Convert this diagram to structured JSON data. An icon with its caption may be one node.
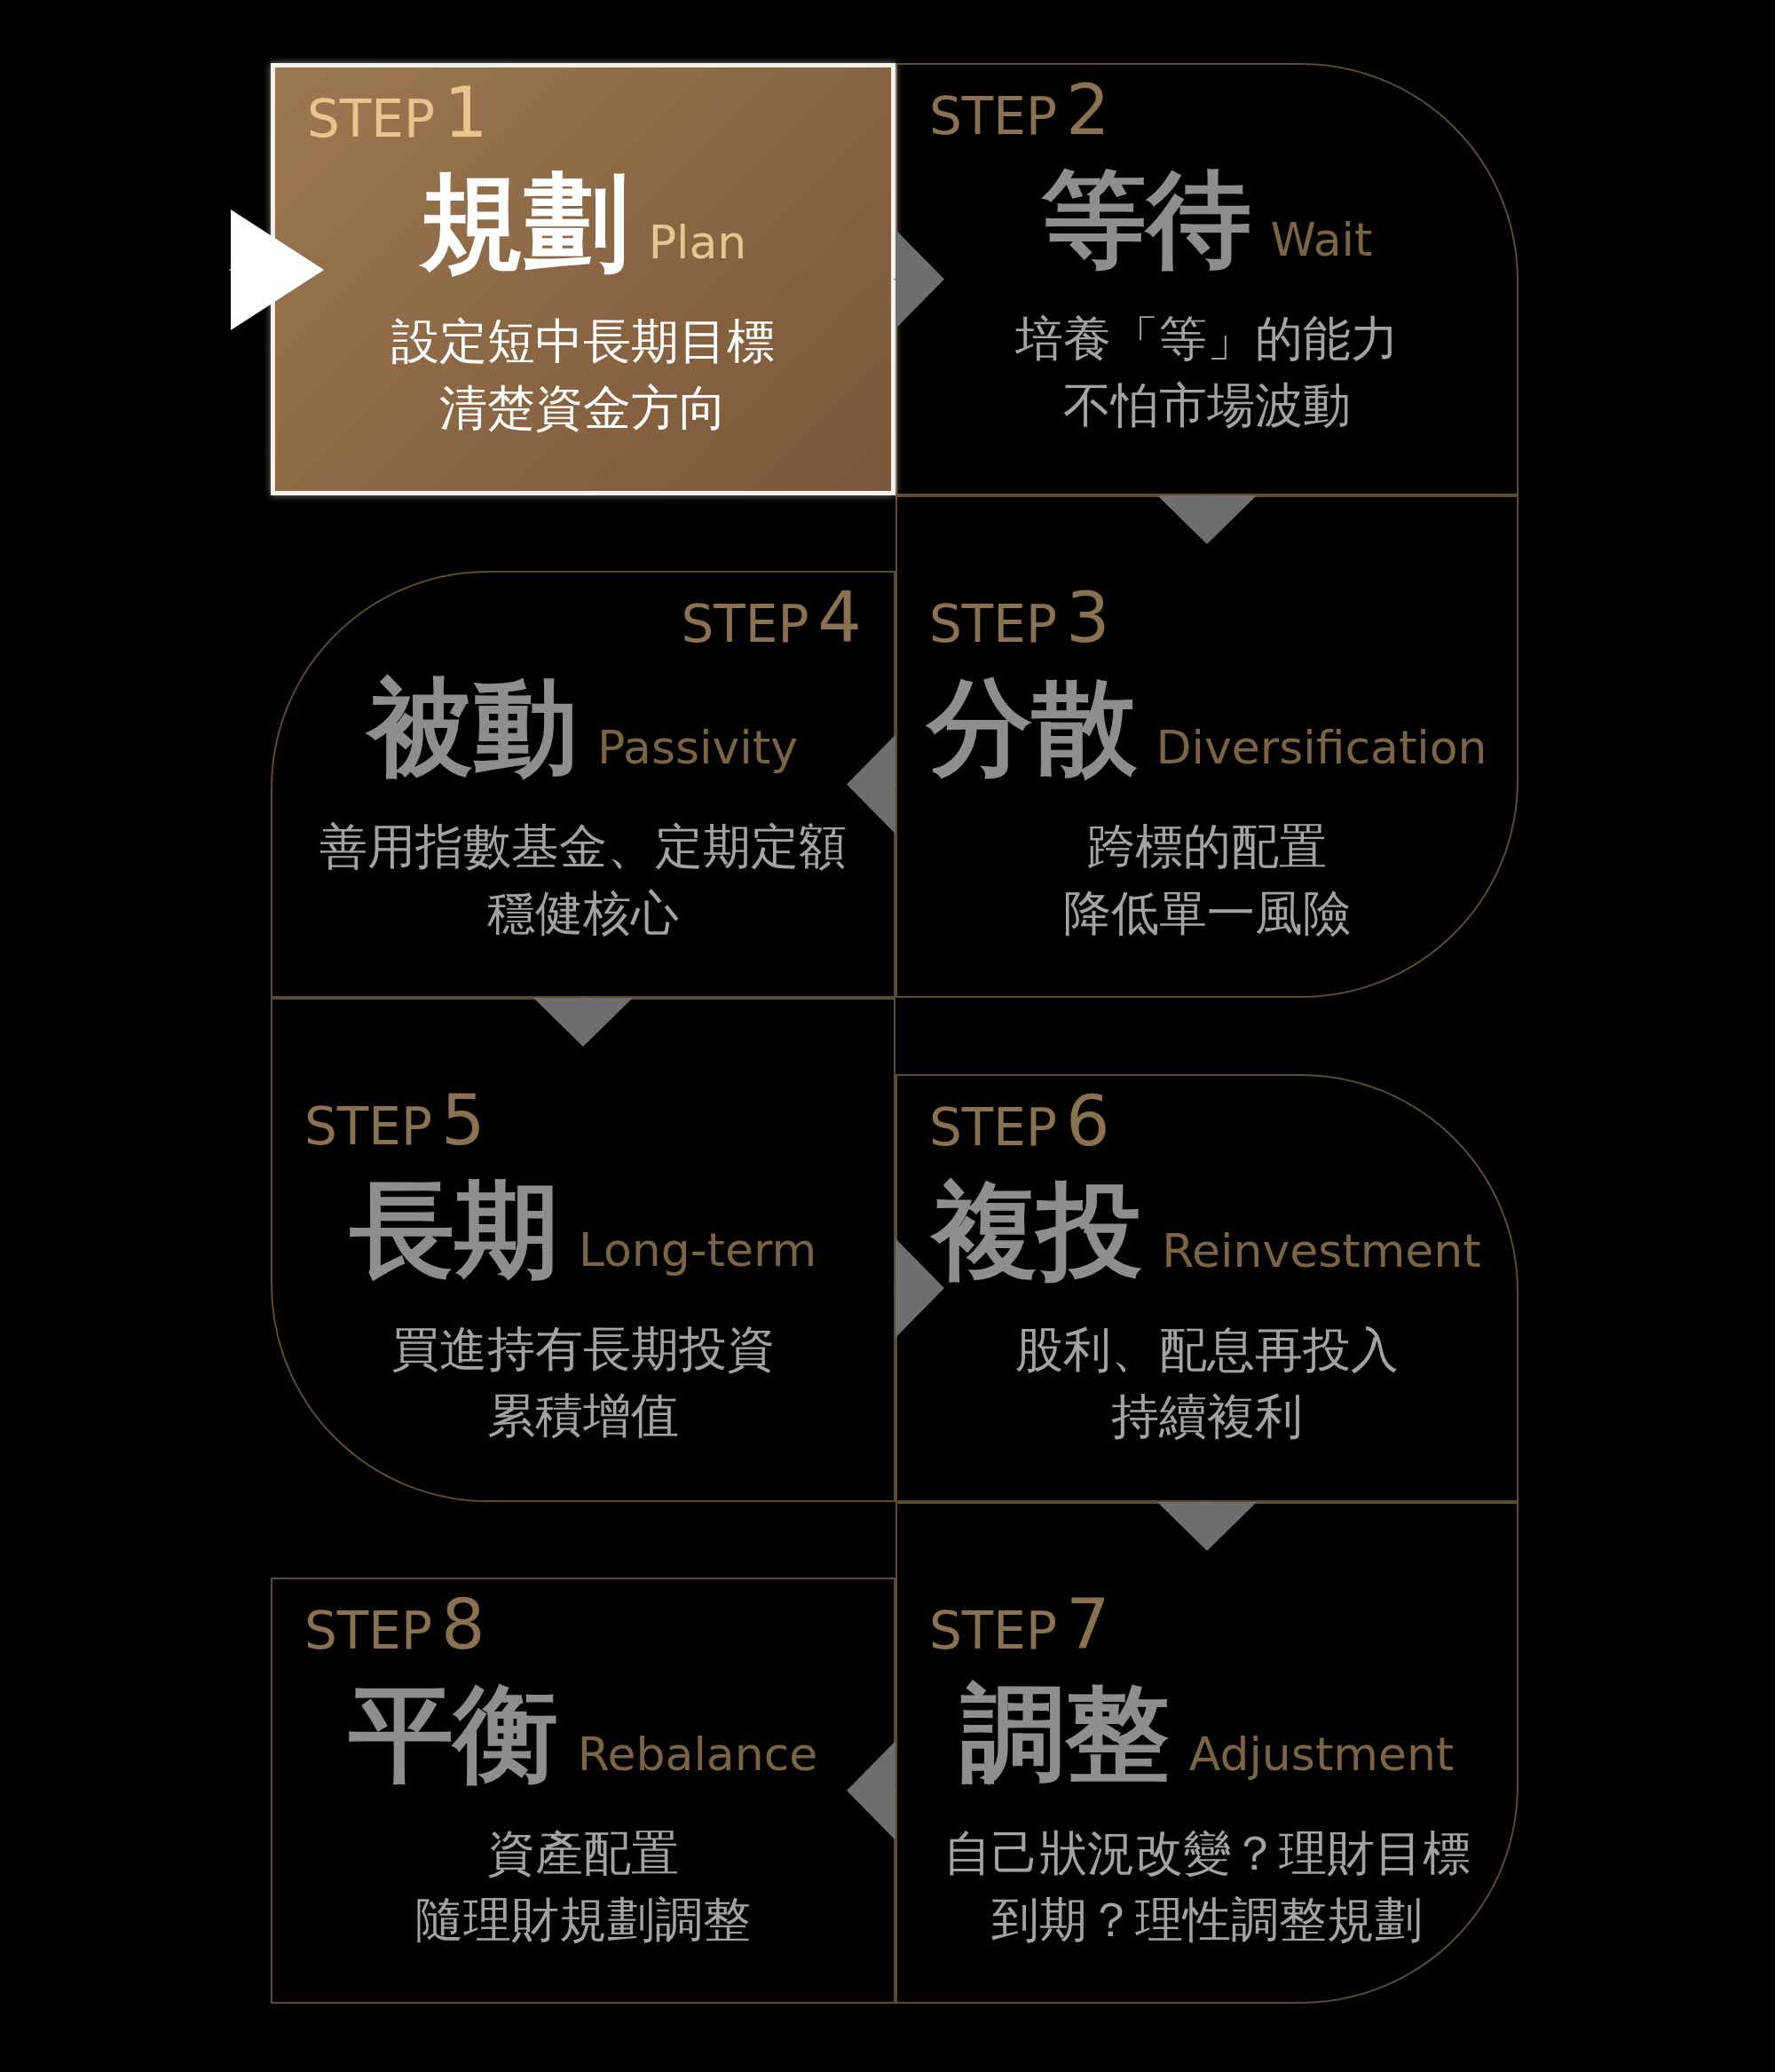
{
  "diagram": {
    "nodes": [
      {
        "text": [
          "STEP",
          "1",
          "規劃",
          "Plan",
          "設定短中長期目標清楚資金方向"
        ]
      },
      {
        "text": [
          "STEP",
          "2",
          "等待",
          "Wait",
          "培養「等」的能力不怕市場波動"
        ]
      },
      {
        "text": [
          "STEP",
          "3",
          "分散",
          "Diversification",
          "跨標的配置降低單一風險"
        ]
      },
      {
        "text": [
          "STEP",
          "4",
          "被動",
          "Passivity",
          "善用指數基金、定期定額穩健核心"
        ]
      },
      {
        "text": [
          "STEP",
          "5",
          "長期",
          "Long-term",
          "買進持有長期投資累積增值"
        ]
      },
      {
        "text": [
          "STEP",
          "6",
          "複投",
          "Reinvestment",
          "股利、配息再投入持續複利"
        ]
      },
      {
        "text": [
          "STEP",
          "7",
          "調整",
          "Adjustment",
          "自己狀況改變？理財目標到期？理性調整規劃"
        ]
      },
      {
        "text": [
          "STEP",
          "8",
          "平衡",
          "Rebalance",
          "資產配置隨理財規劃調整"
        ]
      }
    ],
    "edges": [
      {
        "from": null,
        "to": 0,
        "arrow": "to",
        "color": "#ffffff"
      },
      {
        "from": 0,
        "to": 1,
        "arrow": "to"
      },
      {
        "from": 1,
        "to": 2,
        "arrow": "to"
      },
      {
        "from": 2,
        "to": 3,
        "arrow": "to"
      },
      {
        "from": 3,
        "to": 4,
        "arrow": "to"
      },
      {
        "from": 4,
        "to": 5,
        "arrow": "to"
      },
      {
        "from": 5,
        "to": 6,
        "arrow": "to"
      },
      {
        "from": 6,
        "to": 7,
        "arrow": "to"
      }
    ]
  }
}
